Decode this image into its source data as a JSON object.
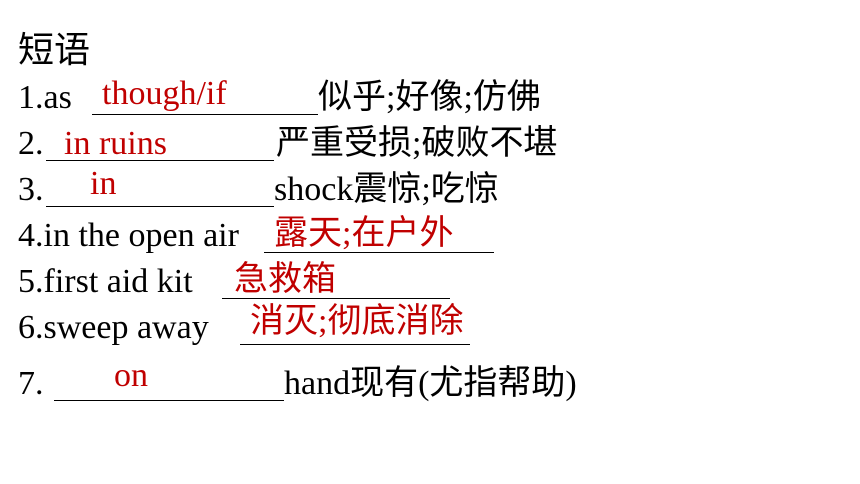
{
  "heading": "短语",
  "answer_color": "#c00000",
  "items": [
    {
      "prefix": "1.as ",
      "answer": "though/if",
      "suffix": "似乎;好像;仿佛"
    },
    {
      "prefix": "2.",
      "answer": "in ruins",
      "suffix": "严重受损;破败不堪"
    },
    {
      "prefix": "3.",
      "answer": "in",
      "suffix": " shock震惊;吃惊"
    },
    {
      "prefix": "4.in the open air",
      "answer": "露天;在户外",
      "suffix": ""
    },
    {
      "prefix": "5.first aid kit ",
      "answer": "急救箱",
      "suffix": ""
    },
    {
      "prefix": "6.sweep away ",
      "answer": "消灭;彻底消除",
      "suffix": ""
    },
    {
      "prefix": " 7.",
      "answer": "on",
      "suffix": " hand现有(尤指帮助)"
    }
  ]
}
